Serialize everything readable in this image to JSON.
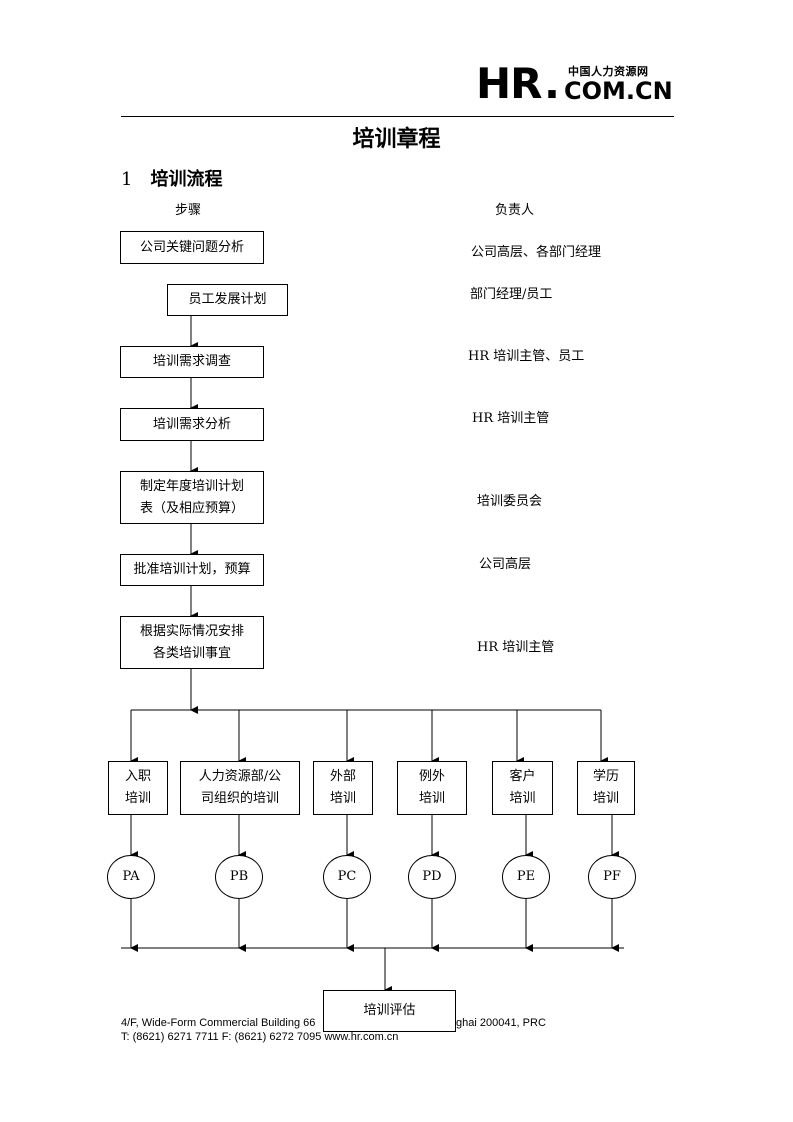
{
  "header": {
    "logo_hr": "HR",
    "logo_dot": ".",
    "logo_cn_name": "中国人力资源网",
    "logo_domain": "COM.CN"
  },
  "title": "培训章程",
  "section": {
    "number": "1",
    "title": "培训流程"
  },
  "columns": {
    "steps": "步骤",
    "responsible": "负责人"
  },
  "flow": [
    {
      "step": "公司关键问题分析",
      "responsible": "公司高层、各部门经理"
    },
    {
      "step": "员工发展计划",
      "responsible": "部门经理/员工"
    },
    {
      "step": "培训需求调查",
      "responsible": "HR 培训主管、员工"
    },
    {
      "step": "培训需求分析",
      "responsible": "HR 培训主管"
    },
    {
      "step_line1": "制定年度培训计划",
      "step_line2": "表（及相应预算）",
      "responsible": "培训委员会"
    },
    {
      "step": "批准培训计划，预算",
      "responsible": "公司高层"
    },
    {
      "step_line1": "根据实际情况安排",
      "step_line2": "各类培训事宜",
      "responsible": "HR 培训主管"
    }
  ],
  "training_types": [
    {
      "line1": "入职",
      "line2": "培训",
      "code": "PA"
    },
    {
      "line1": "人力资源部/公",
      "line2": "司组织的培训",
      "code": "PB"
    },
    {
      "line1": "外部",
      "line2": "培训",
      "code": "PC"
    },
    {
      "line1": "例外",
      "line2": "培训",
      "code": "PD"
    },
    {
      "line1": "客户",
      "line2": "培训",
      "code": "PE"
    },
    {
      "line1": "学历",
      "line2": "培训",
      "code": "PF"
    }
  ],
  "evaluation": "培训评估",
  "footer": {
    "address": "4/F, Wide-Form Commercial Building 66",
    "address_tail": "ghai 200041, PRC",
    "contact": "T: (8621) 6271 7711  F: (8621) 6272 7095    www.hr.com.cn"
  }
}
